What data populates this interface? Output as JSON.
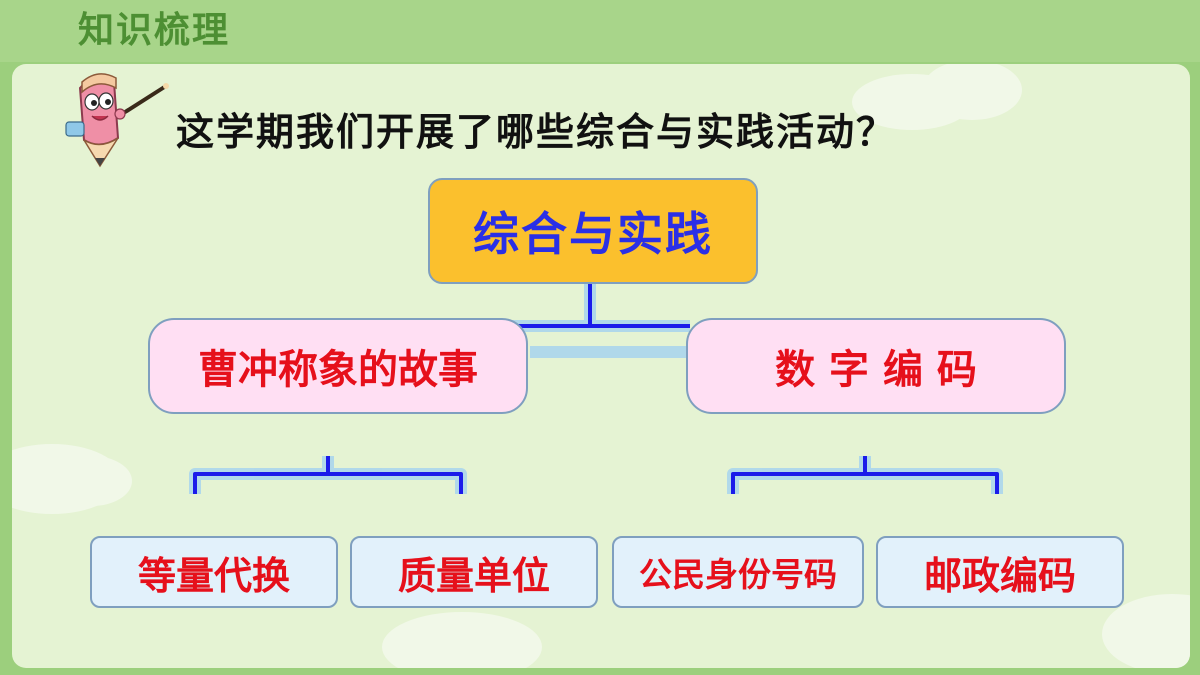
{
  "header": {
    "section_title": "知识梳理"
  },
  "prompt": {
    "question": "这学期我们开展了哪些综合与实践活动？"
  },
  "mindmap": {
    "root": "综合与实践",
    "branches": [
      {
        "label": "曹冲称象的故事",
        "children": [
          "等量代换",
          "质量单位"
        ]
      },
      {
        "label": "数 字 编 码",
        "children": [
          "公民身份号码",
          "邮政编码"
        ]
      }
    ]
  },
  "colors": {
    "background": "#9ccf7d",
    "panel": "#e5f3d3",
    "root_fill": "#fbc02d",
    "root_text": "#2a2fe6",
    "branch_fill": "#ffdff3",
    "leaf_fill": "#e2f1fb",
    "node_text": "#e6101b",
    "connector": "#1b1bea"
  }
}
